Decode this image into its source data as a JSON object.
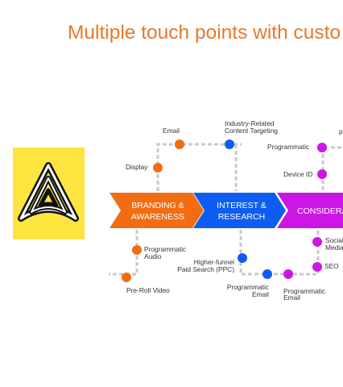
{
  "title": "Multiple touch points with custo",
  "colors": {
    "title": "#e8792a",
    "branding": "#f26d12",
    "interest": "#0d5ef0",
    "consideration": "#cc16e6",
    "connector": "#c9c9c9",
    "logo_bg": "#fde43f"
  },
  "logo": {
    "icon": "stylized-a-logo-icon"
  },
  "stages": {
    "branding": {
      "line1": "BRANDING &",
      "line2": "AWARENESS"
    },
    "interest": {
      "line1": "INTEREST &",
      "line2": "RESEARCH"
    },
    "consideration": {
      "line1": "CONSIDERA"
    }
  },
  "touchpoints": {
    "email": "Email",
    "display": "Display",
    "industry_1": "Industry-Related",
    "industry_2": "Content Targeting",
    "programmatic": "Programmatic",
    "device_id": "Device ID",
    "partial_p": "p",
    "prog_audio_1": "Programmatic",
    "prog_audio_2": "Audio",
    "preroll": "Pre-Roll Video",
    "ppc_1": "Higher-funnel",
    "ppc_2": "Paid Search (PPC)",
    "prog_email_a_1": "Programmatic",
    "prog_email_a_2": "Email",
    "prog_email_b_1": "Programmatic",
    "prog_email_b_2": "Email",
    "social_1": "Social",
    "social_2": "Media",
    "seo": "SEO"
  }
}
